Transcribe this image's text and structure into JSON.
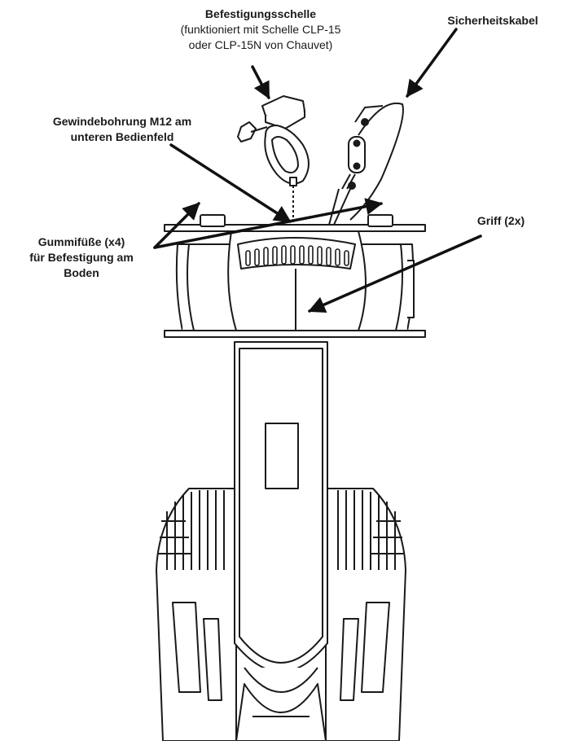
{
  "labels": {
    "clamp": {
      "title": "Befestigungsschelle",
      "line1": "(funktioniert mit Schelle CLP-15",
      "line2": "oder CLP-15N von Chauvet)"
    },
    "safety_cable": "Sicherheitskabel",
    "thread": {
      "line1": "Gewindebohrung M12 am",
      "line2": "unteren Bedienfeld"
    },
    "feet": {
      "line1": "Gummifüße (x4)",
      "line2": "für Befestigung am",
      "line3": "Boden"
    },
    "handle": "Griff (2x)"
  },
  "colors": {
    "line": "#1a1a1a",
    "arrow": "#111111",
    "fill": "#ffffff"
  }
}
